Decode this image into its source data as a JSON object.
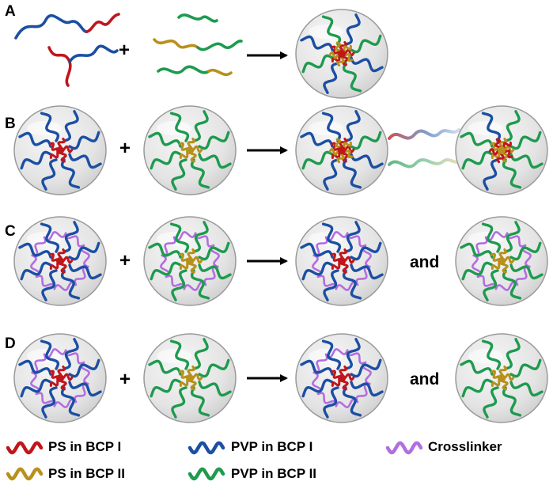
{
  "panels": [
    {
      "label": "A"
    },
    {
      "label": "B"
    },
    {
      "label": "C"
    },
    {
      "label": "D"
    }
  ],
  "operators": {
    "plus": "+",
    "and": "and"
  },
  "legend": [
    {
      "text": "PS in BCP I",
      "color": "#c0161b"
    },
    {
      "text": "PVP in BCP I",
      "color": "#1b4fa3"
    },
    {
      "text": "Crosslinker",
      "color": "#b26ee0"
    },
    {
      "text": "PS in BCP II",
      "color": "#b8901c"
    },
    {
      "text": "PVP in BCP II",
      "color": "#1e9a4f"
    }
  ],
  "colors": {
    "ps_bcp1": "#c0161b",
    "pvp_bcp1": "#1b4fa3",
    "crosslinker": "#b26ee0",
    "ps_bcp2": "#b8901c",
    "pvp_bcp2": "#1e9a4f",
    "micelle_fill": "#e4e4e4",
    "micelle_edge": "#9a9a9a"
  }
}
